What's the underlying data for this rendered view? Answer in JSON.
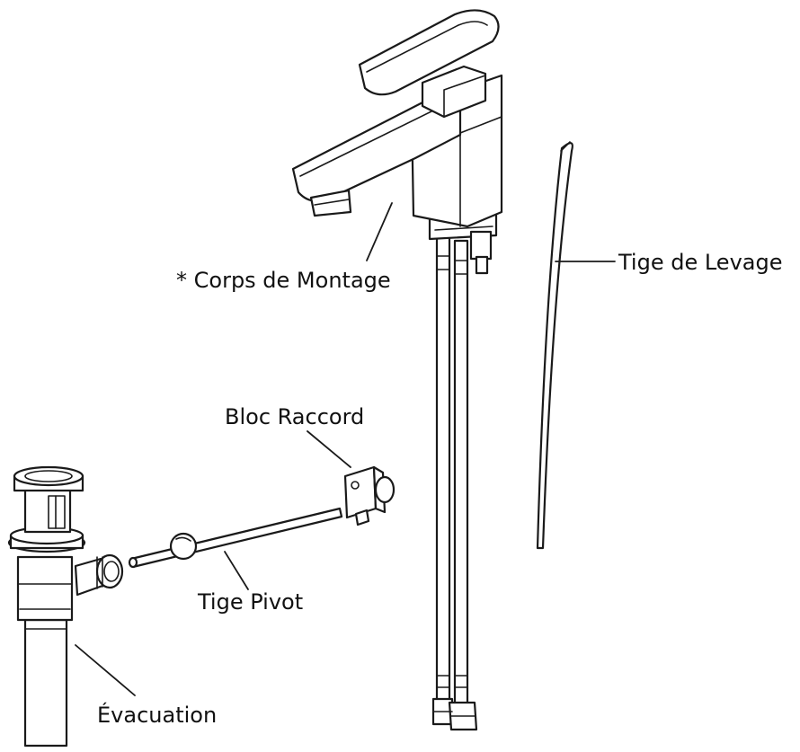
{
  "labels": {
    "mounting_body": "* Corps de Montage",
    "lift_rod": "Tige de Levage",
    "connector_block": "Bloc Raccord",
    "pivot_rod": "Tige Pivot",
    "drain": "Évacuation"
  },
  "colors": {
    "line": "#1a1a1a",
    "background": "#ffffff"
  }
}
